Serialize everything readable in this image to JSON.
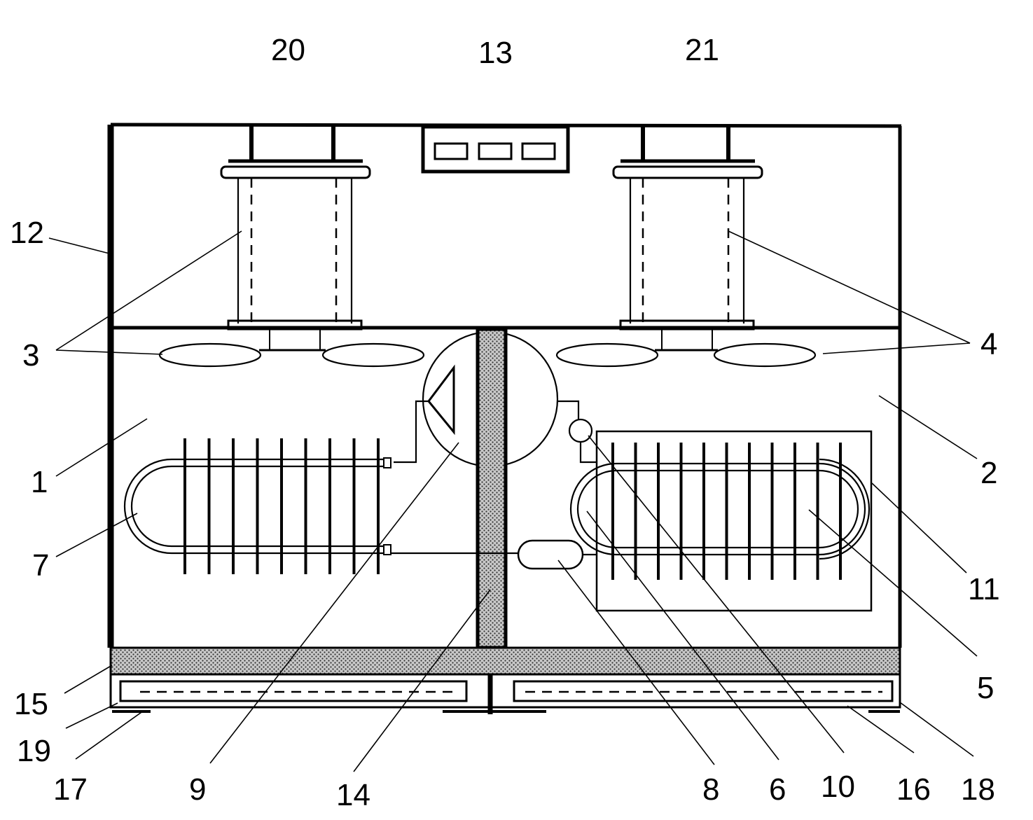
{
  "labels": {
    "l1": "1",
    "l2": "2",
    "l3": "3",
    "l4": "4",
    "l5": "5",
    "l6": "6",
    "l7": "7",
    "l8": "8",
    "l9": "9",
    "l10": "10",
    "l11": "11",
    "l12": "12",
    "l13": "13",
    "l14": "14",
    "l15": "15",
    "l16": "16",
    "l17": "17",
    "l18": "18",
    "l19": "19",
    "l20": "20",
    "l21": "21"
  },
  "colors": {
    "line": "#000000",
    "background": "#ffffff",
    "stipple": "#8a8a8a"
  }
}
